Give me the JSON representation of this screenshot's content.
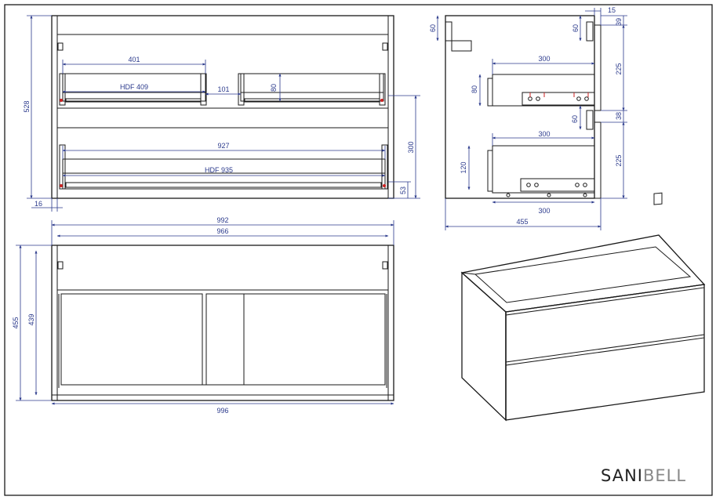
{
  "brand": {
    "part1": "SANI",
    "part2": "BELL",
    "color1": "#222222",
    "color2": "#888888"
  },
  "colors": {
    "lines": "#1a1a1a",
    "dimensions": "#2b3a8c",
    "screws": "#cc2222"
  },
  "front_view": {
    "height": "528",
    "drawer_width_top": "401",
    "hdf_top": "HDF 409",
    "gap": "101",
    "top_drawer_height": "80",
    "drawer_width_bottom": "927",
    "hdf_bottom": "HDF 935",
    "drawer_spacing": "300",
    "bottom_offset": "53",
    "side_thickness": "16"
  },
  "side_view": {
    "top_offset_left": "60",
    "top_offset_right": "60",
    "back_offset": "15",
    "top_gap": "39",
    "slide_length_top": "300",
    "upper_height": "225",
    "drawer_height_top": "80",
    "bracket_offset": "60",
    "mid_gap": "38",
    "slide_length_bottom": "300",
    "lower_height": "225",
    "drawer_height_bottom": "120",
    "slide_length_base": "300",
    "depth": "455"
  },
  "plan_view": {
    "outer_width": "992",
    "inner_width": "966",
    "height_outer": "455",
    "height_inner": "439",
    "bottom_width": "996"
  }
}
